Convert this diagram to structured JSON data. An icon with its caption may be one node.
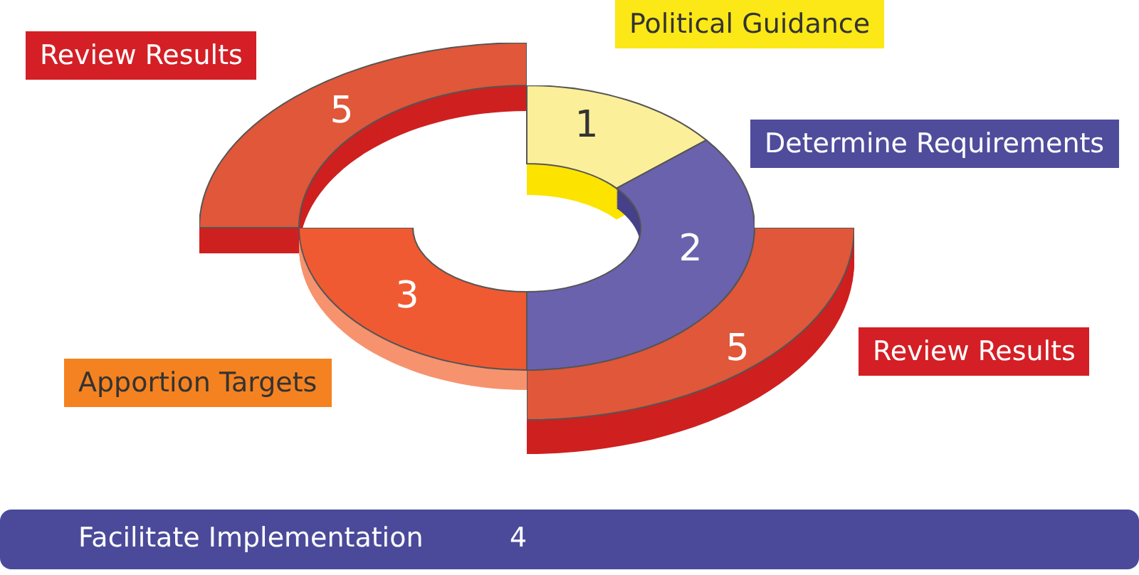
{
  "diagram": {
    "nodes": [
      {
        "text": [
          "Review Results"
        ]
      },
      {
        "text": [
          "Political Guidance"
        ]
      },
      {
        "text": [
          "5"
        ]
      },
      {
        "text": [
          "1"
        ]
      },
      {
        "text": [
          "Determine Requirements"
        ]
      },
      {
        "text": [
          "2"
        ]
      },
      {
        "text": [
          "3"
        ]
      },
      {
        "text": [
          "Review Results"
        ]
      },
      {
        "text": [
          "5"
        ]
      },
      {
        "text": [
          "Apportion Targets"
        ]
      },
      {
        "text": [
          "Facilitate Implementation",
          "4"
        ]
      }
    ]
  }
}
